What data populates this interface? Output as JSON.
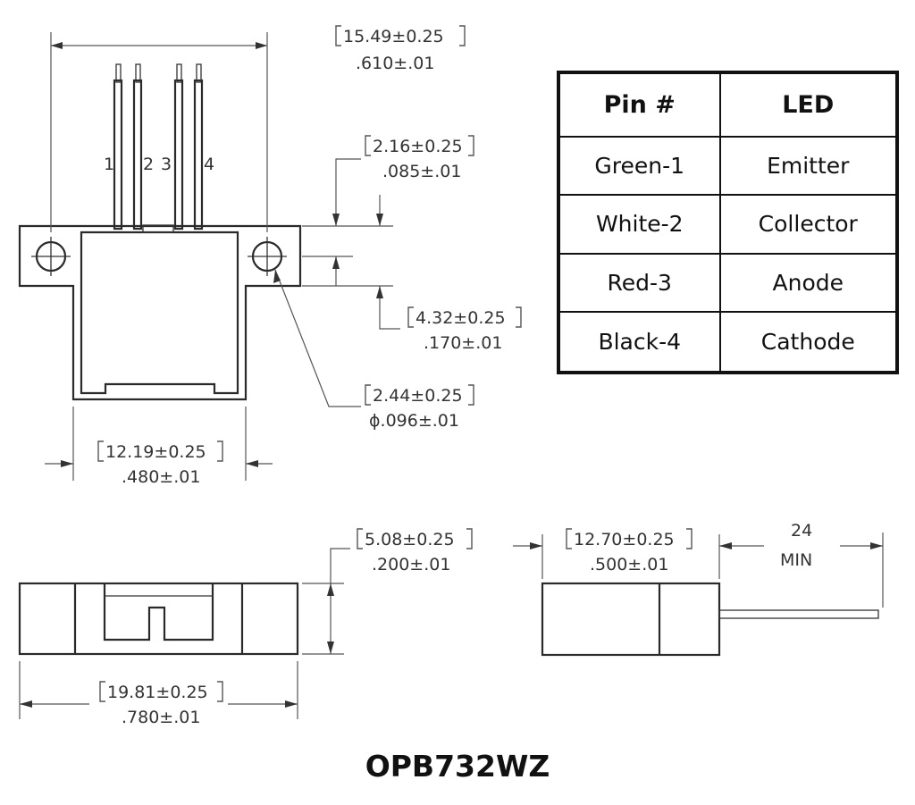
{
  "part_number": "OPB732WZ",
  "table": {
    "headers": [
      "Pin #",
      "LED"
    ],
    "rows": [
      [
        "Green-1",
        "Emitter"
      ],
      [
        "White-2",
        "Collector"
      ],
      [
        "Red-3",
        "Anode"
      ],
      [
        "Black-4",
        "Cathode"
      ]
    ]
  },
  "pin_labels": [
    "1",
    "2",
    "3",
    "4"
  ],
  "dimensions": {
    "overall_width_mm": "15.49±0.25",
    "overall_width_in": ".610±.01",
    "top_offset_mm": "2.16±0.25",
    "top_offset_in": ".085±.01",
    "hole_offset_mm": "4.32±0.25",
    "hole_offset_in": ".170±.01",
    "hole_dia_mm": "2.44±0.25",
    "hole_dia_in": "ϕ.096±.01",
    "body_width_mm": "12.19±0.25",
    "body_width_in": ".480±.01",
    "height_mm": "5.08±0.25",
    "height_in": ".200±.01",
    "length_mm": "19.81±0.25",
    "length_in": ".780±.01",
    "side_width_mm": "12.70±0.25",
    "side_width_in": ".500±.01",
    "lead_length": "24",
    "lead_length_unit": "MIN"
  }
}
